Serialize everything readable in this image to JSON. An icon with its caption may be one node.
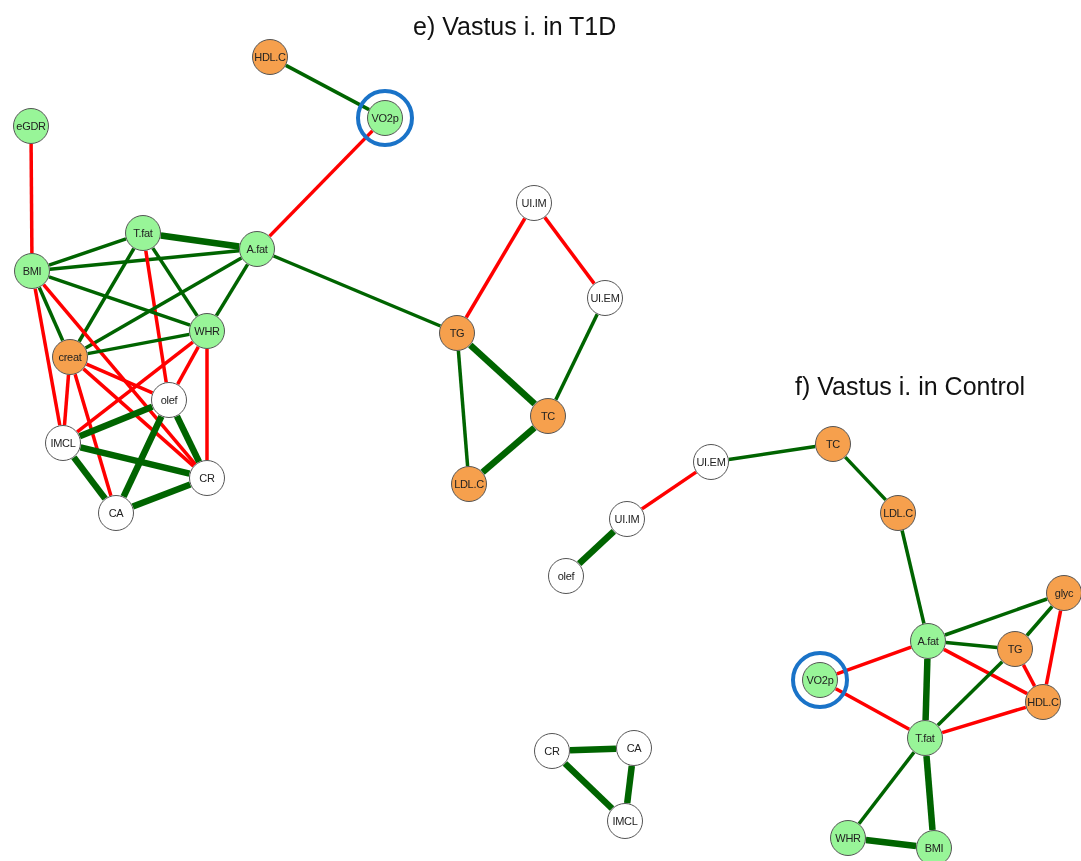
{
  "diagram": {
    "nodes": [
      {
        "text": [
          "HDL.C"
        ]
      },
      {
        "text": [],
        "shape": "circle"
      },
      {
        "text": [
          "VO2p"
        ],
        "in": 1
      },
      {
        "text": [
          "eGDR"
        ]
      },
      {
        "text": [
          "T.fat"
        ]
      },
      {
        "text": [
          "A.fat"
        ]
      },
      {
        "text": [
          "BMI"
        ]
      },
      {
        "text": [
          "WHR"
        ]
      },
      {
        "text": [
          "creat"
        ]
      },
      {
        "text": [
          "olef"
        ]
      },
      {
        "text": [
          "IMCL"
        ]
      },
      {
        "text": [
          "CR"
        ]
      },
      {
        "text": [
          "CA"
        ]
      },
      {
        "text": [
          "UI.IM"
        ]
      },
      {
        "text": [
          "UI.EM"
        ]
      },
      {
        "text": [
          "TG"
        ]
      },
      {
        "text": [
          "TC"
        ]
      },
      {
        "text": [
          "LDL.C"
        ]
      },
      {
        "text": [
          "UI.EM"
        ]
      },
      {
        "text": [
          "TC"
        ]
      },
      {
        "text": [
          "UI.IM"
        ]
      },
      {
        "text": [
          "LDL.C"
        ]
      },
      {
        "text": [
          "olef"
        ]
      },
      {
        "text": [
          "glyc"
        ]
      },
      {
        "text": [
          "A.fat"
        ]
      },
      {
        "text": [
          "TG"
        ]
      },
      {
        "text": [],
        "shape": "circle"
      },
      {
        "text": [
          "VO2p"
        ],
        "in": 26
      },
      {
        "text": [
          "HDL.C"
        ]
      },
      {
        "text": [
          "T.fat"
        ]
      },
      {
        "text": [
          "CR"
        ]
      },
      {
        "text": [
          "CA"
        ]
      },
      {
        "text": [
          "IMCL"
        ]
      },
      {
        "text": [
          "WHR"
        ]
      },
      {
        "text": [
          "BMI"
        ]
      }
    ],
    "edges": [
      {
        "from": 0,
        "to": 2,
        "arrow": "none"
      },
      {
        "from": 2,
        "to": 5,
        "arrow": "none",
        "color": "#ff0000"
      },
      {
        "from": 3,
        "to": 6,
        "arrow": "none",
        "color": "#ff0000"
      },
      {
        "from": 4,
        "to": 5,
        "arrow": "none",
        "style": "thick"
      },
      {
        "from": 6,
        "to": 4,
        "arrow": "none"
      },
      {
        "from": 6,
        "to": 5,
        "arrow": "none"
      },
      {
        "from": 4,
        "to": 8,
        "arrow": "none"
      },
      {
        "from": 4,
        "to": 9,
        "arrow": "none",
        "color": "#ff0000"
      },
      {
        "from": 4,
        "to": 7,
        "arrow": "none"
      },
      {
        "from": 5,
        "to": 8,
        "arrow": "none"
      },
      {
        "from": 5,
        "to": 7,
        "arrow": "none"
      },
      {
        "from": 5,
        "to": 15,
        "arrow": "none"
      },
      {
        "from": 6,
        "to": 7,
        "arrow": "none"
      },
      {
        "from": 6,
        "to": 8,
        "arrow": "none"
      },
      {
        "from": 6,
        "to": 10,
        "arrow": "none",
        "color": "#ff0000"
      },
      {
        "from": 6,
        "to": 11,
        "arrow": "none",
        "color": "#ff0000"
      },
      {
        "from": 8,
        "to": 7,
        "arrow": "none"
      },
      {
        "from": 8,
        "to": 9,
        "arrow": "none",
        "color": "#ff0000"
      },
      {
        "from": 8,
        "to": 11,
        "arrow": "none",
        "color": "#ff0000"
      },
      {
        "from": 8,
        "to": 10,
        "arrow": "none",
        "color": "#ff0000"
      },
      {
        "from": 8,
        "to": 12,
        "arrow": "none",
        "color": "#ff0000"
      },
      {
        "from": 7,
        "to": 10,
        "arrow": "none",
        "color": "#ff0000"
      },
      {
        "from": 7,
        "to": 9,
        "arrow": "none",
        "color": "#ff0000"
      },
      {
        "from": 7,
        "to": 11,
        "arrow": "none",
        "color": "#ff0000"
      },
      {
        "from": 10,
        "to": 9,
        "arrow": "none",
        "style": "thick"
      },
      {
        "from": 10,
        "to": 11,
        "arrow": "none",
        "style": "thick"
      },
      {
        "from": 10,
        "to": 12,
        "arrow": "none",
        "style": "thick"
      },
      {
        "from": 9,
        "to": 12,
        "arrow": "none",
        "style": "thick"
      },
      {
        "from": 9,
        "to": 11,
        "arrow": "none",
        "style": "thick"
      },
      {
        "from": 12,
        "to": 11,
        "arrow": "none",
        "style": "thick"
      },
      {
        "from": 15,
        "to": 13,
        "arrow": "none",
        "color": "#ff0000"
      },
      {
        "from": 13,
        "to": 14,
        "arrow": "none",
        "color": "#ff0000"
      },
      {
        "from": 14,
        "to": 16,
        "arrow": "none"
      },
      {
        "from": 15,
        "to": 16,
        "arrow": "none",
        "style": "thick"
      },
      {
        "from": 15,
        "to": 17,
        "arrow": "none"
      },
      {
        "from": 16,
        "to": 17,
        "arrow": "none",
        "style": "thick"
      },
      {
        "from": 18,
        "to": 19,
        "arrow": "none"
      },
      {
        "from": 20,
        "to": 18,
        "arrow": "none",
        "color": "#ff0000"
      },
      {
        "from": 22,
        "to": 20,
        "arrow": "none",
        "style": "thick"
      },
      {
        "from": 19,
        "to": 21,
        "arrow": "none"
      },
      {
        "from": 21,
        "to": 24,
        "arrow": "none"
      },
      {
        "from": 24,
        "to": 23,
        "arrow": "none"
      },
      {
        "from": 24,
        "to": 25,
        "arrow": "none"
      },
      {
        "from": 24,
        "to": 28,
        "arrow": "none",
        "color": "#ff0000"
      },
      {
        "from": 27,
        "to": 24,
        "arrow": "none",
        "color": "#ff0000"
      },
      {
        "from": 24,
        "to": 29,
        "arrow": "none",
        "style": "thick"
      },
      {
        "from": 23,
        "to": 25,
        "arrow": "none"
      },
      {
        "from": 25,
        "to": 29,
        "arrow": "none"
      },
      {
        "from": 23,
        "to": 28,
        "arrow": "none",
        "color": "#ff0000"
      },
      {
        "from": 25,
        "to": 28,
        "arrow": "none",
        "color": "#ff0000"
      },
      {
        "from": 27,
        "to": 29,
        "arrow": "none",
        "color": "#ff0000"
      },
      {
        "from": 29,
        "to": 28,
        "arrow": "none",
        "color": "#ff0000"
      },
      {
        "from": 29,
        "to": 33,
        "arrow": "none"
      },
      {
        "from": 29,
        "to": 34,
        "arrow": "none",
        "style": "thick"
      },
      {
        "from": 33,
        "to": 34,
        "arrow": "none",
        "style": "thick"
      },
      {
        "from": 30,
        "to": 31,
        "arrow": "none",
        "style": "thick"
      },
      {
        "from": 30,
        "to": 32,
        "arrow": "none",
        "style": "thick"
      },
      {
        "from": 31,
        "to": 32,
        "arrow": "none",
        "style": "thick"
      }
    ],
    "labels": [
      "e) Vastus i. in T1D",
      "f) Vastus i. in Control"
    ]
  }
}
